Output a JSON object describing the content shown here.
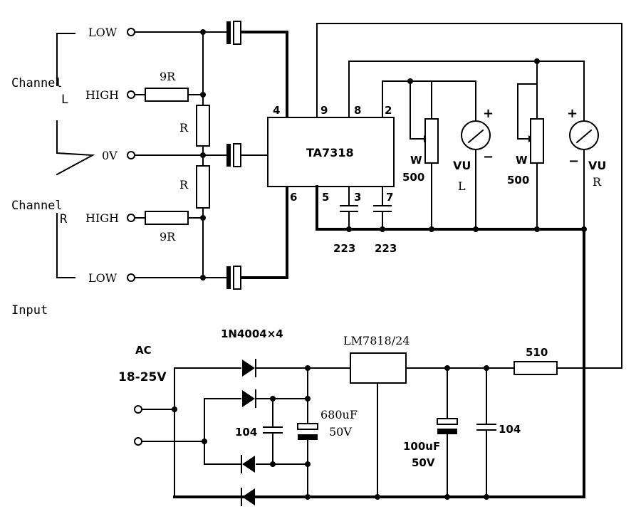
{
  "labels": {
    "channel_l": "Channel",
    "channel_l_sub": "L",
    "channel_r": "Channel",
    "channel_r_sub": "R",
    "input": "Input",
    "low_top": "LOW",
    "high_l": "HIGH",
    "zero_v": "0V",
    "high_r": "HIGH",
    "low_bottom": "LOW",
    "res_9r_top": "9R",
    "res_9r_bottom": "9R",
    "res_r_top": "R",
    "res_r_bottom": "R",
    "ic": "TA7318",
    "pin4": "4",
    "pin9": "9",
    "pin8": "8",
    "pin2": "2",
    "pin5": "5",
    "pin3": "3",
    "pin7": "7",
    "pin6": "6",
    "cap_223_a": "223",
    "cap_223_b": "223",
    "pot_l_w": "W",
    "pot_l_val": "500",
    "pot_r_w": "W",
    "pot_r_val": "500",
    "vu_l": "VU",
    "vu_l_sub": "L",
    "vu_r": "VU",
    "vu_r_sub": "R",
    "plus_l": "+",
    "minus_l": "−",
    "plus_r": "+",
    "minus_r": "−",
    "ac": "AC",
    "ac_range": "18-25V",
    "diodes": "1N4004×4",
    "regulator": "LM7818/24",
    "cap_680": "680uF",
    "cap_680_v": "50V",
    "cap_104_left": "104",
    "cap_100": "100uF",
    "cap_100_v": "50V",
    "cap_104_right": "104",
    "res_510": "510"
  }
}
